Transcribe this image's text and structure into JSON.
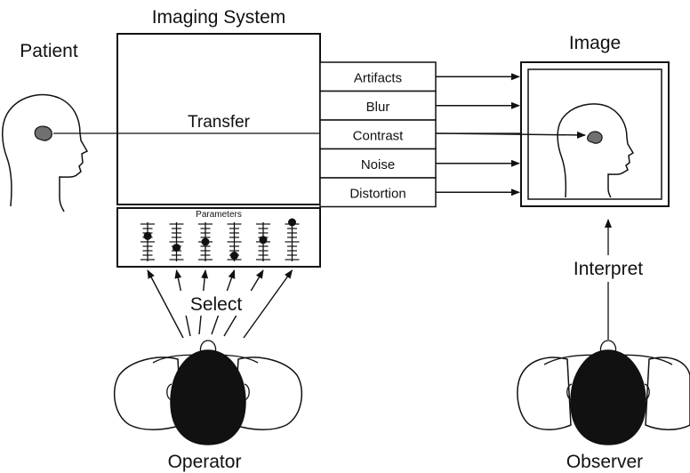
{
  "labels": {
    "patient": "Patient",
    "imaging_system": "Imaging System",
    "image": "Image",
    "transfer": "Transfer",
    "parameters": "Parameters",
    "select": "Select",
    "interpret": "Interpret",
    "operator": "Operator",
    "observer": "Observer"
  },
  "factors": [
    "Artifacts",
    "Blur",
    "Contrast",
    "Noise",
    "Distortion"
  ],
  "parameters": {
    "count": 6,
    "levels": [
      0.35,
      0.65,
      0.5,
      0.85,
      0.45,
      0.0
    ]
  },
  "colors": {
    "ink": "#111111",
    "head_fill": "#111111",
    "lesion": "#707070",
    "background": "#ffffff"
  }
}
